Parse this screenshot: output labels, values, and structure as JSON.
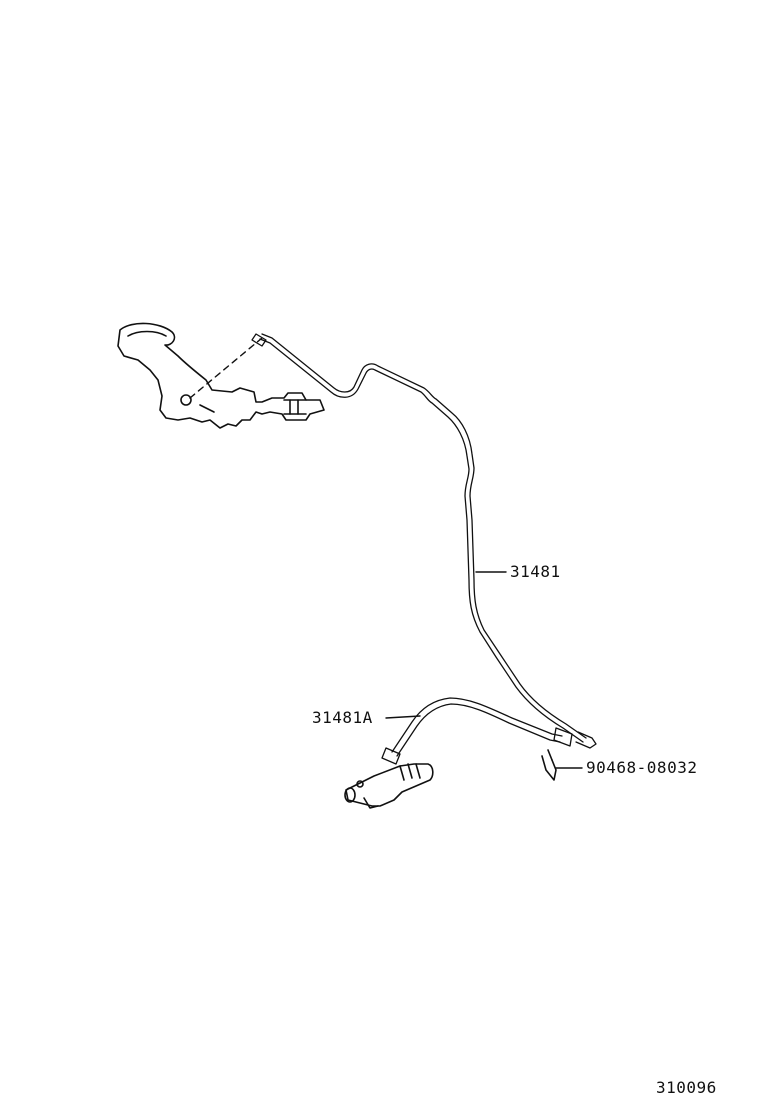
{
  "labels": {
    "tube": "31481",
    "hose": "31481A",
    "clip": "90468-08032",
    "figure_number": "310096"
  },
  "colors": {
    "ink": "#111111",
    "paper": "#ffffff"
  }
}
